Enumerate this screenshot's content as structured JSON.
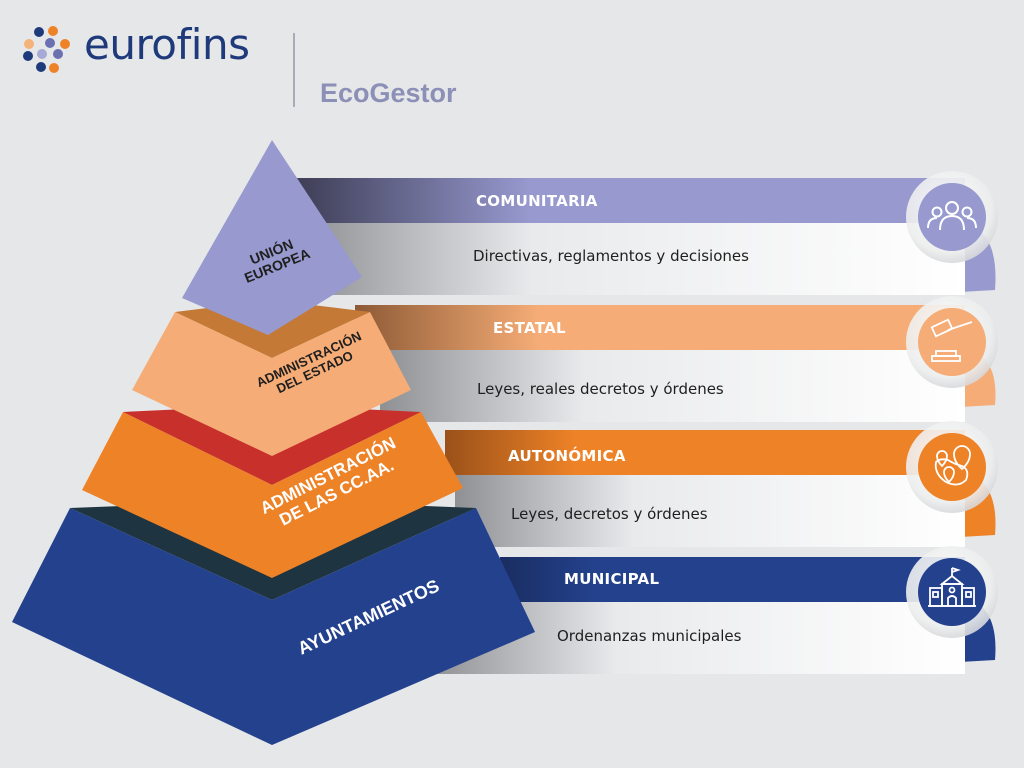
{
  "brand": {
    "company": "eurofins",
    "product": "EcoGestor"
  },
  "colors": {
    "background": "#e6e7e9",
    "eu": "#9799cf",
    "eu_dark": "#5b5c7e",
    "estado": "#f5ac76",
    "estado_dark": "#c47a36",
    "ccaa": "#ee8227",
    "ccaa_dark": "#c8312b",
    "ayto": "#23418d",
    "ayto_dark": "#1e3440",
    "brand_blue": "#1e3a7b"
  },
  "pyramid": {
    "tiers": [
      {
        "label_line1": "UNIÓN",
        "label_line2": "EUROPEA"
      },
      {
        "label_line1": "ADMINISTRACIÓN",
        "label_line2": "DEL ESTADO"
      },
      {
        "label_line1": "ADMINISTRACIÓN",
        "label_line2": "DE LAS CC.AA."
      },
      {
        "label_line1": "AYUNTAMIENTOS",
        "label_line2": ""
      }
    ]
  },
  "levels": [
    {
      "title": "COMUNITARIA",
      "description": "Directivas, reglamentos y decisiones",
      "icon": "people-group-icon"
    },
    {
      "title": "ESTATAL",
      "description": "Leyes, reales decretos y órdenes",
      "icon": "gavel-icon"
    },
    {
      "title": "AUTONÓMICA",
      "description": "Leyes, decretos y órdenes",
      "icon": "map-pins-icon"
    },
    {
      "title": "MUNICIPAL",
      "description": "Ordenanzas municipales",
      "icon": "town-hall-icon"
    }
  ]
}
